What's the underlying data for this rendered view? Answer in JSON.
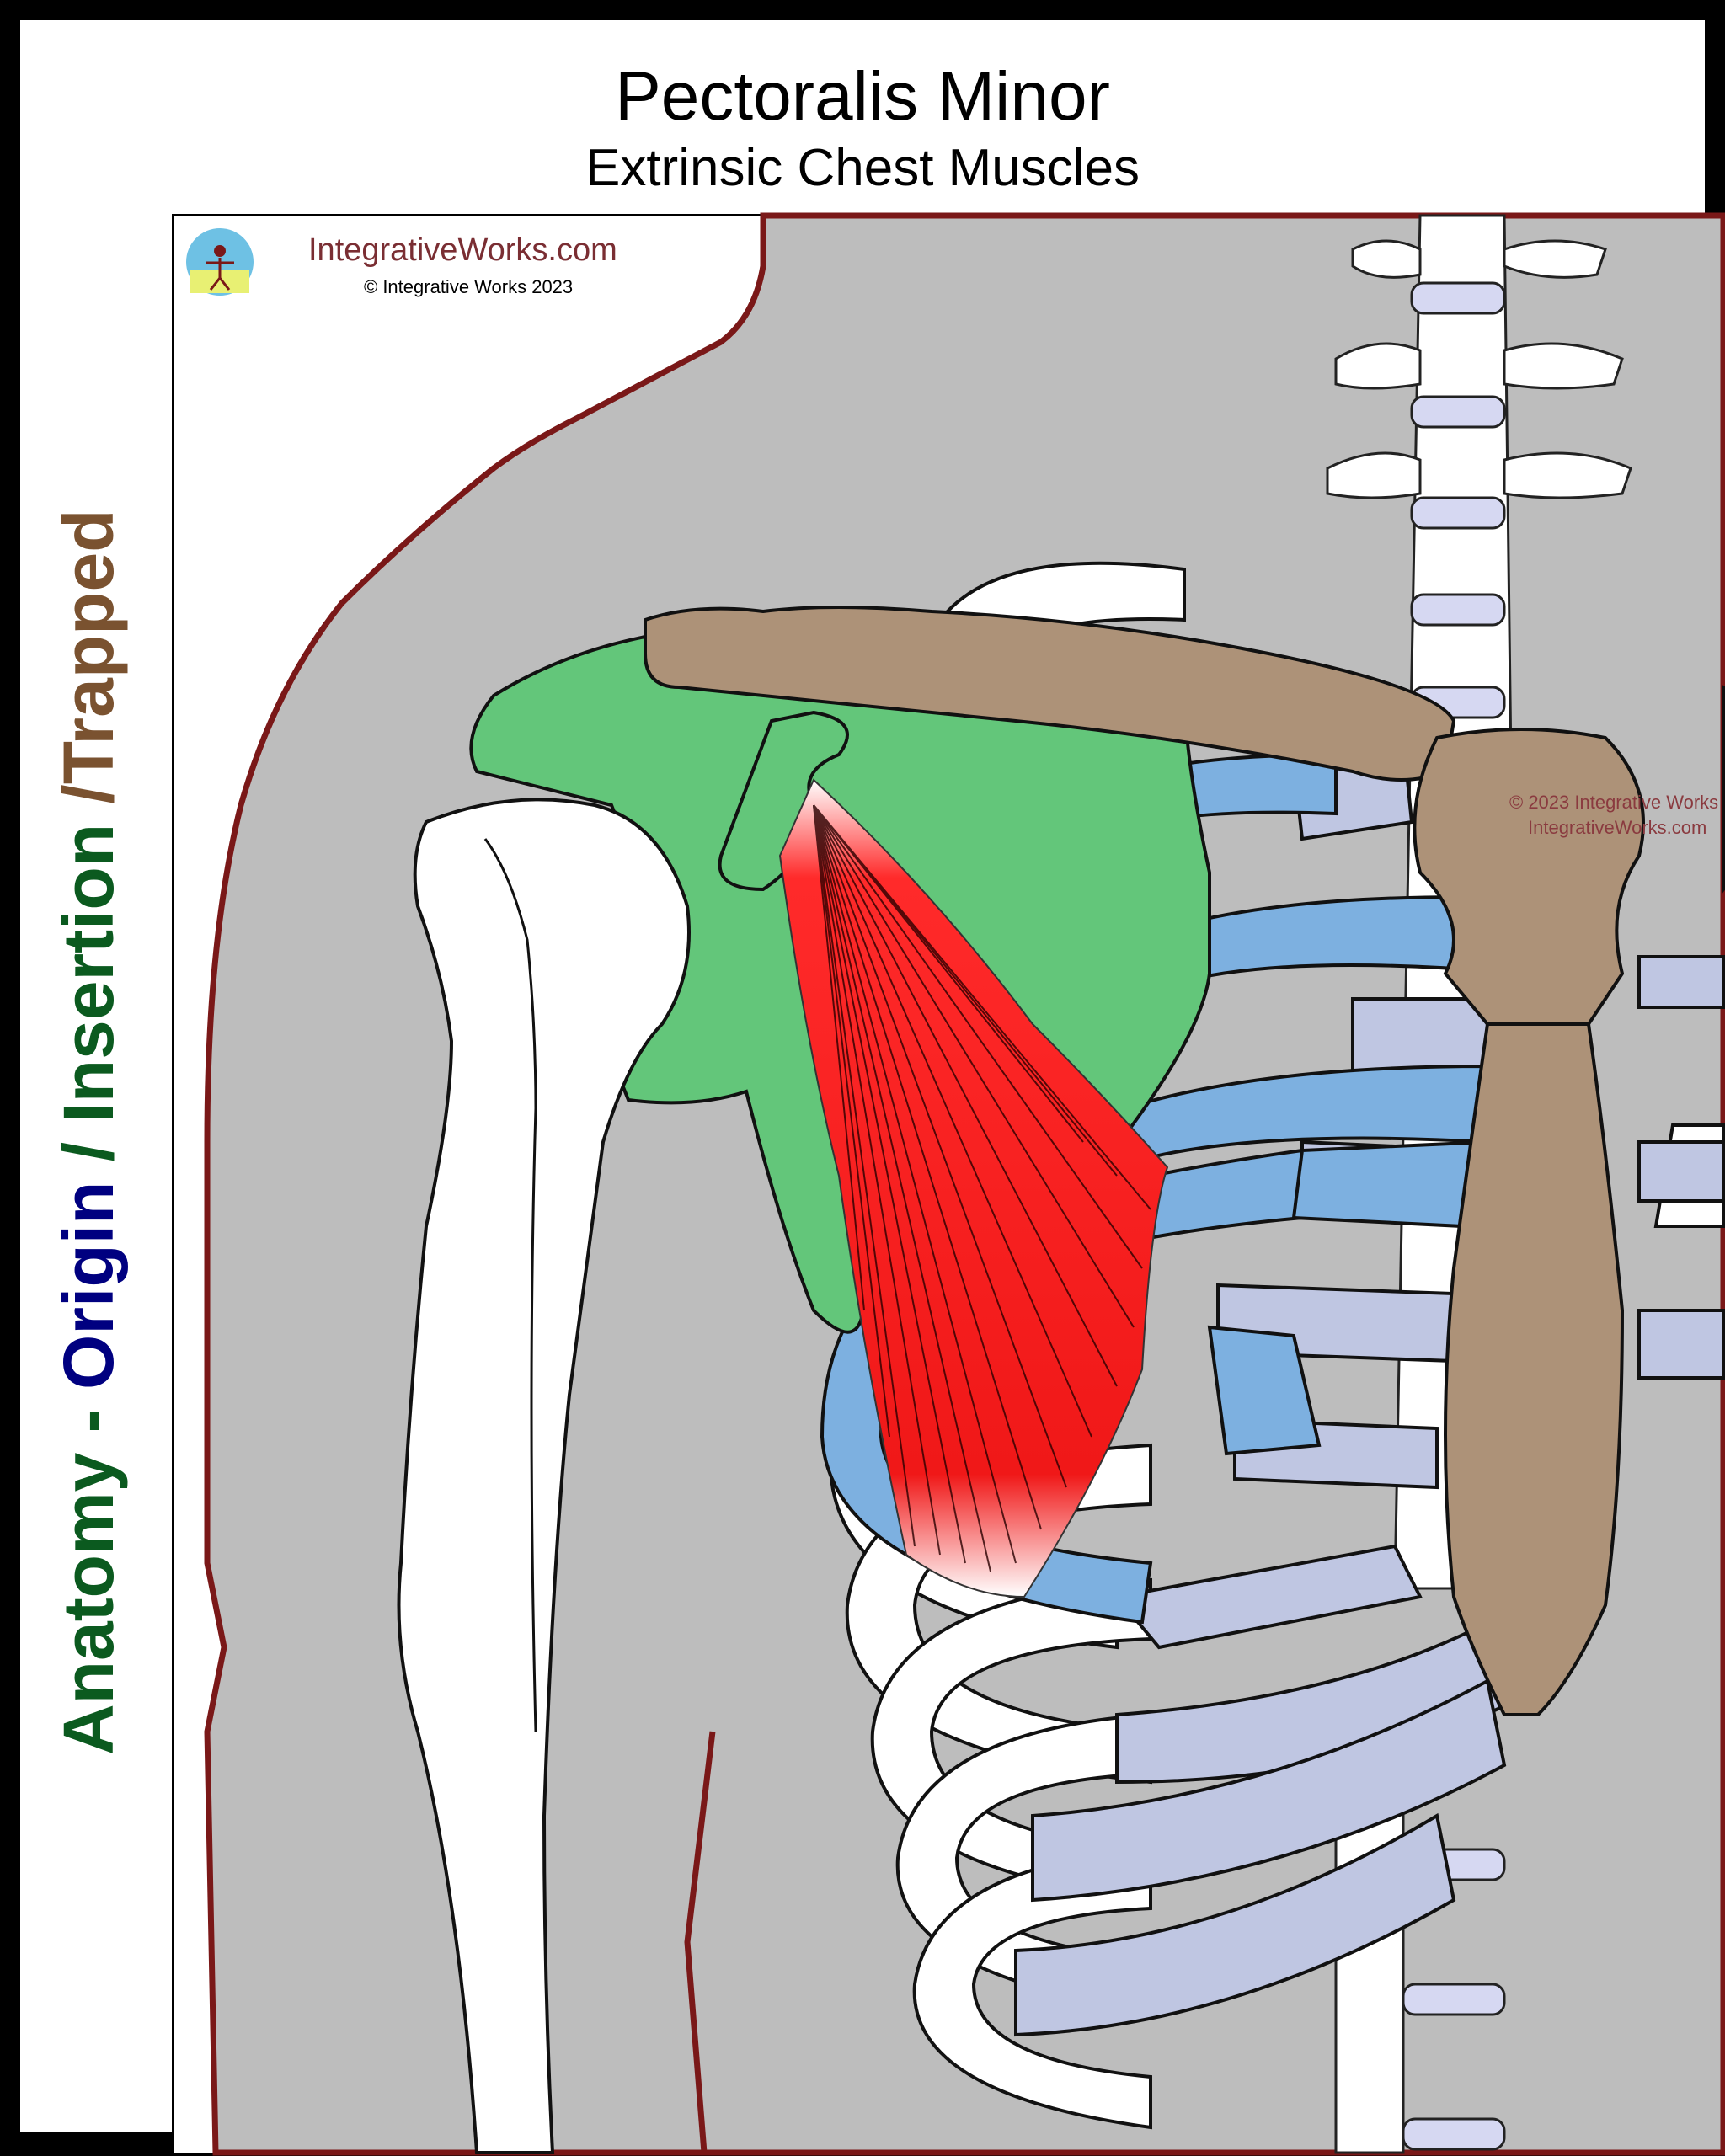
{
  "title": "Pectoralis Minor",
  "subtitle": "Extrinsic Chest Muscles",
  "side_label": {
    "part1": "Anatomy - ",
    "part2": "Origin",
    "part3": " / ",
    "part4": "Insertion",
    "part5": " /Trapped"
  },
  "logo": {
    "site": "IntegrativeWorks.com",
    "copyright": "© Integrative Works 2023"
  },
  "watermark": {
    "line1": "© 2023 Integrative Works",
    "line2": "IntegrativeWorks.com"
  },
  "colors": {
    "origin": "#000080",
    "insertion": "#0b5a1f",
    "trapped": "#7a5230",
    "muscle": "#ee1c1c",
    "scapula": "#63c67a",
    "clavicle_sternum": "#ad9278",
    "highlight_ribs": "#7db0e0",
    "costal_cartilage": "#bfc6e2",
    "body_outline": "#7a1818",
    "body_fill": "#bdbdbd"
  }
}
